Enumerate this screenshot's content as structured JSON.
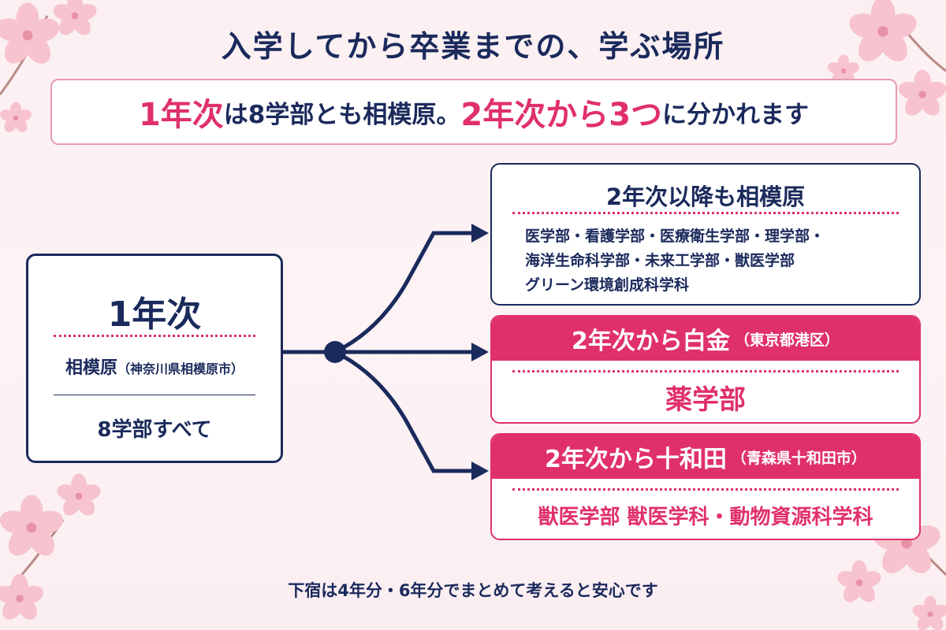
{
  "title": "入学してから卒業までの、学ぶ場所",
  "banner": {
    "part1": "1年次",
    "part2": "は8学部とも相模原。",
    "part3": "2年次から3つ",
    "part4": "に分かれます"
  },
  "first_year": {
    "heading": "1年次",
    "campus": "相模原",
    "campus_location": "（神奈川県相模原市）",
    "faculties": "8学部すべて"
  },
  "branches": [
    {
      "heading": "2年次以降も相模原",
      "faculties_lines": [
        "医学部・看護学部・医療衛生学部・理学部・",
        "海洋生命科学部・未来工学部・獣医学部",
        "グリーン環境創成科学科"
      ],
      "color": "#1b2a5c"
    },
    {
      "heading": "2年次から白金",
      "location": "（東京都港区）",
      "faculties": "薬学部",
      "color": "#e0306c"
    },
    {
      "heading": "2年次から十和田",
      "location": "（青森県十和田市）",
      "faculties": "獣医学部 獣医学科・動物資源科学科",
      "color": "#e0306c"
    }
  ],
  "footer": "下宿は4年分・6年分でまとめて考えると安心です",
  "colors": {
    "navy": "#1b2a5c",
    "pink": "#e0306c",
    "background": "#fbeff2",
    "blossom": "#f4b9c8"
  },
  "decorations": [
    "cherry-blossom-icon"
  ]
}
